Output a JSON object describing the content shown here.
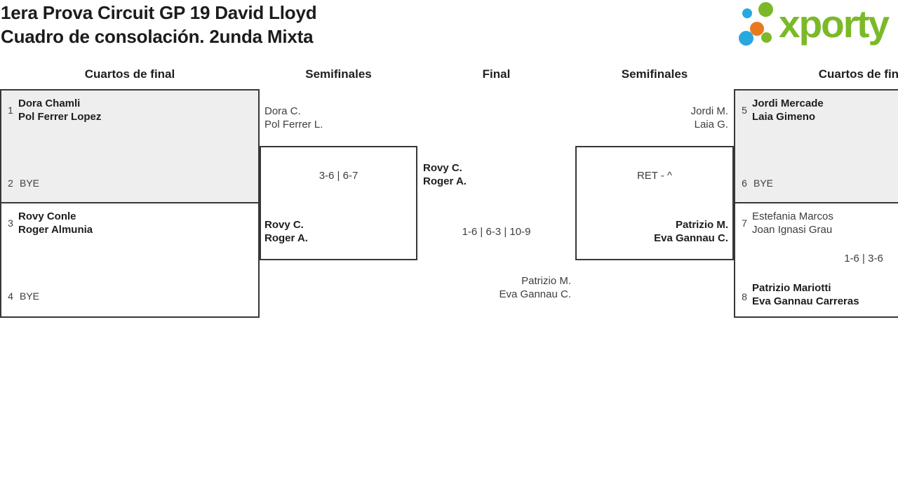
{
  "page": {
    "title_line1": "1era Prova Circuit GP 19 David Lloyd",
    "title_line2": "Cuadro de consolación. 2unda Mixta"
  },
  "logo": {
    "text": "xporty",
    "colors": {
      "green": "#7cb928",
      "blue": "#29a8e0",
      "orange": "#e87a1e"
    }
  },
  "colors": {
    "seeded_box_bg": "#eeeeee",
    "box_border": "#373737",
    "text_primary": "#1e1e1e",
    "text_secondary": "#3d3d3d"
  },
  "rounds": {
    "left_quarters": "Cuartos de final",
    "left_semis": "Semifinales",
    "final": "Final",
    "right_semis": "Semifinales",
    "right_quarters": "Cuartos de final"
  },
  "bracket": {
    "lq1": {
      "seed_top": "1",
      "top": {
        "p1": "Dora Chamli",
        "p2": "Pol Ferrer Lopez"
      },
      "seed_bottom": "2",
      "bottom_bye": "BYE"
    },
    "lq2": {
      "seed_top": "3",
      "top": {
        "p1": "Rovy Conle",
        "p2": "Roger Almunia"
      },
      "seed_bottom": "4",
      "bottom_bye": "BYE"
    },
    "lsf": {
      "top": {
        "p1": "Dora C.",
        "p2": "Pol Ferrer L."
      },
      "score": "3-6 | 6-7",
      "winner": {
        "p1": "Rovy C.",
        "p2": "Roger A."
      }
    },
    "final": {
      "top": {
        "p1": "Rovy C.",
        "p2": "Roger A."
      },
      "score": "1-6 | 6-3 | 10-9",
      "bottom": {
        "p1": "Patrizio M.",
        "p2": "Eva Gannau C."
      }
    },
    "rsf": {
      "top": {
        "p1": "Jordi M.",
        "p2": "Laia G."
      },
      "score": "RET - ^",
      "winner": {
        "p1": "Patrizio M.",
        "p2": "Eva Gannau C."
      }
    },
    "rq1": {
      "seed_top": "5",
      "top": {
        "p1": "Jordi Mercade",
        "p2": "Laia Gimeno"
      },
      "seed_bottom": "6",
      "bottom_bye": "BYE"
    },
    "rq2": {
      "seed_top": "7",
      "top": {
        "p1": "Estefania Marcos",
        "p2": "Joan Ignasi Grau"
      },
      "score": "1-6 | 3-6",
      "seed_bottom": "8",
      "bottom": {
        "p1": "Patrizio Mariotti",
        "p2": "Eva Gannau Carreras"
      }
    }
  }
}
